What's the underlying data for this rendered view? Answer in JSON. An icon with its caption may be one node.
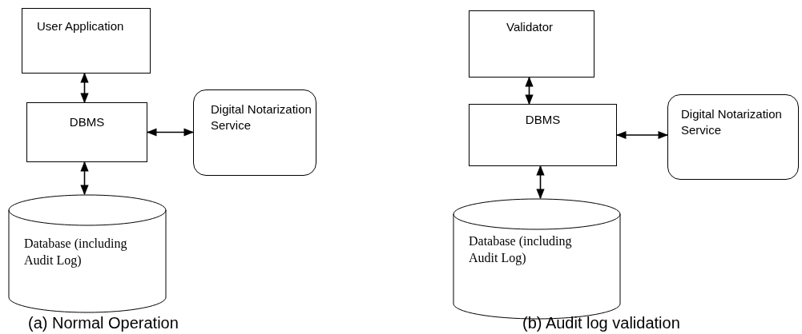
{
  "diagram": {
    "nodes": [
      {
        "text": [
          "User Application"
        ]
      },
      {
        "text": [
          "DBMS"
        ]
      },
      {
        "text": [
          "Digital Notarization Service"
        ]
      },
      {
        "text": [
          "Database (including Audit Log)"
        ]
      },
      {
        "text": [
          "Validator"
        ]
      },
      {
        "text": [
          "DBMS"
        ]
      },
      {
        "text": [
          "Digital Notarization Service"
        ]
      },
      {
        "text": [
          "Database (including Audit Log)"
        ]
      }
    ],
    "edges": [
      {
        "from": 0,
        "to": 1,
        "arrow": "both"
      },
      {
        "from": 1,
        "to": 2,
        "arrow": "both"
      },
      {
        "from": 1,
        "to": 3,
        "arrow": "both"
      },
      {
        "from": 4,
        "to": 5,
        "arrow": "both"
      },
      {
        "from": 5,
        "to": 6,
        "arrow": "both"
      },
      {
        "from": 5,
        "to": 7,
        "arrow": "both"
      }
    ],
    "labels": [
      "(a) Normal Operation",
      "(b) Audit log validation"
    ]
  }
}
